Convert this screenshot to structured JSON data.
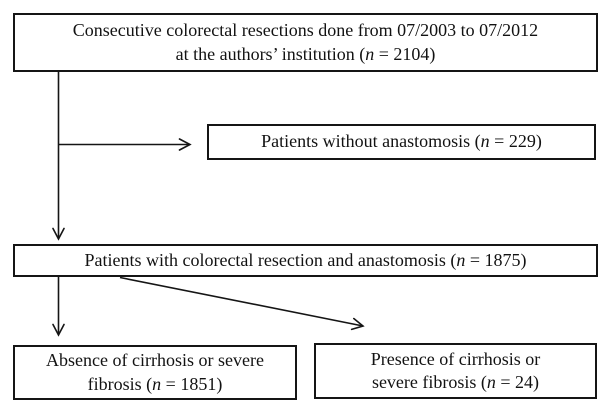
{
  "figure": {
    "type": "flowchart",
    "boxes": {
      "total": {
        "line1": "Consecutive colorectal resections done from 07/2003 to 07/2012",
        "line2_pre": "at the authors’ institution (",
        "n": "n",
        "line2_post": " = 2104)"
      },
      "no_anastomosis": {
        "pre": "Patients without anastomosis (",
        "n": "n",
        "post": " = 229)"
      },
      "anastomosis": {
        "pre": "Patients with colorectal resection and anastomosis (",
        "n": "n",
        "post": " = 1875)"
      },
      "absence": {
        "line1": "Absence of cirrhosis or severe",
        "line2_pre": "fibrosis (",
        "n": "n",
        "line2_post": " = 1851)"
      },
      "presence": {
        "line1": "Presence of cirrhosis or",
        "line2_pre": "severe fibrosis (",
        "n": "n",
        "line2_post": " = 24)"
      }
    },
    "colors": {
      "background": "#ffffff",
      "border": "#151515",
      "text": "#121212",
      "arrow": "#151515"
    }
  }
}
